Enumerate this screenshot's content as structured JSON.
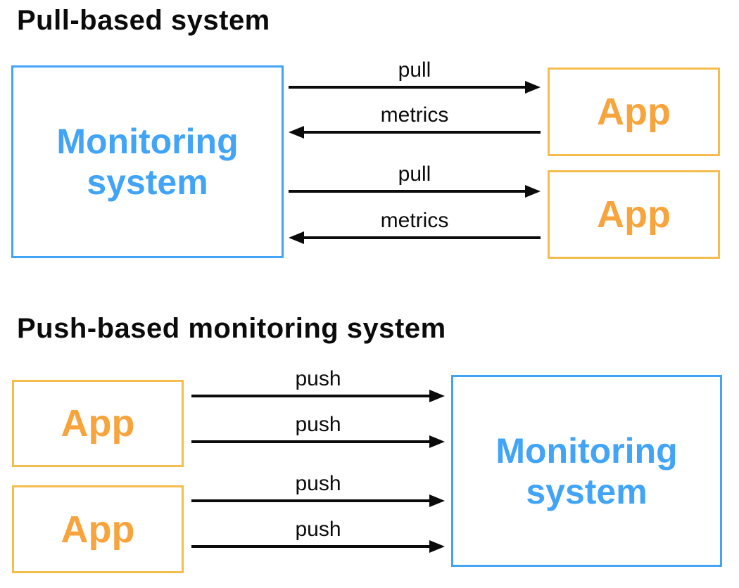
{
  "colors": {
    "blue": "#41a4f6",
    "orange_border": "#f5bc4e",
    "orange_text": "#f7a43d",
    "arrow_black": "#0b0b0b",
    "background": "#ffffff"
  },
  "pull_section": {
    "title": "Pull-based system",
    "monitoring_label": "Monitoring system",
    "apps": [
      {
        "label": "App"
      },
      {
        "label": "App"
      }
    ],
    "arrows": [
      {
        "label": "pull",
        "direction": "right"
      },
      {
        "label": "metrics",
        "direction": "left"
      },
      {
        "label": "pull",
        "direction": "right"
      },
      {
        "label": "metrics",
        "direction": "left"
      }
    ]
  },
  "push_section": {
    "title": "Push-based monitoring system",
    "monitoring_label": "Monitoring system",
    "apps": [
      {
        "label": "App"
      },
      {
        "label": "App"
      }
    ],
    "arrows": [
      {
        "label": "push",
        "direction": "right"
      },
      {
        "label": "push",
        "direction": "right"
      },
      {
        "label": "push",
        "direction": "right"
      },
      {
        "label": "push",
        "direction": "right"
      }
    ]
  }
}
